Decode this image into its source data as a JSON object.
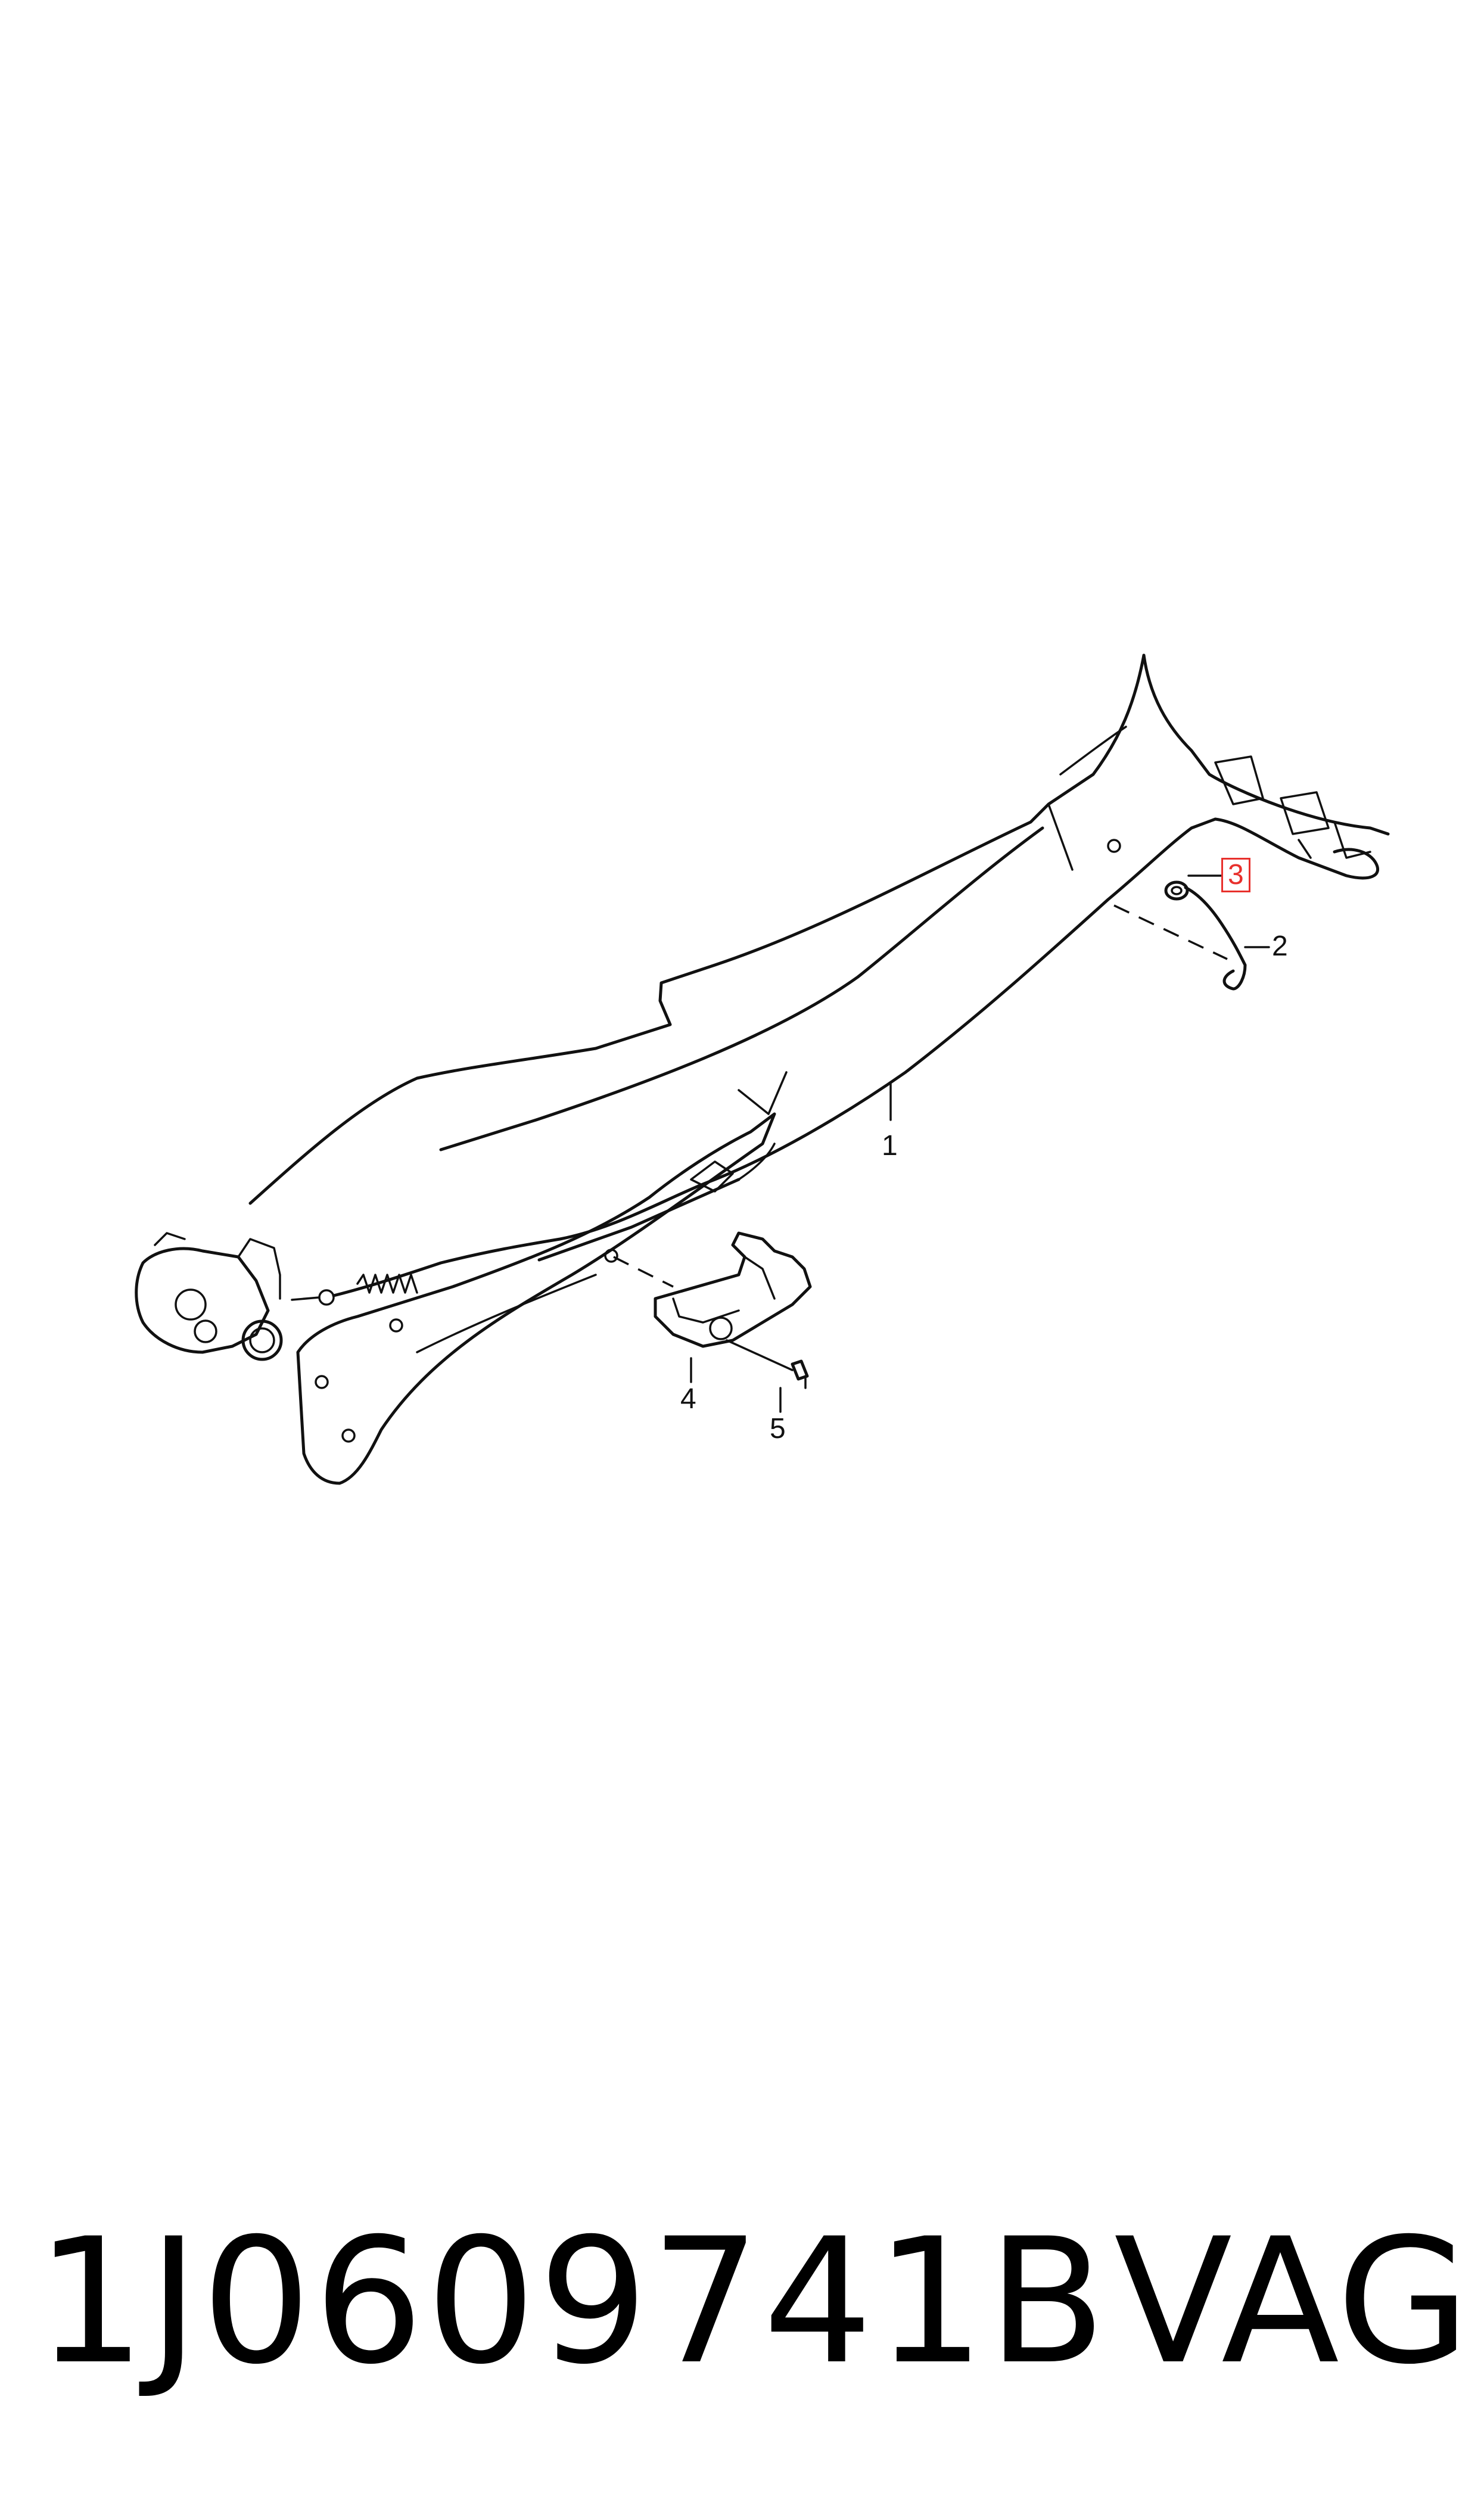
{
  "diagram": {
    "callouts": [
      {
        "id": "1",
        "label": "1",
        "highlighted": false
      },
      {
        "id": "2",
        "label": "2",
        "highlighted": false
      },
      {
        "id": "3",
        "label": "3",
        "highlighted": true,
        "highlight_color": "#e8302c"
      },
      {
        "id": "4",
        "label": "4",
        "highlighted": false
      },
      {
        "id": "5",
        "label": "5",
        "highlighted": false
      }
    ]
  },
  "footer": {
    "part_number": "1J0609741B",
    "brand": "VAG"
  }
}
